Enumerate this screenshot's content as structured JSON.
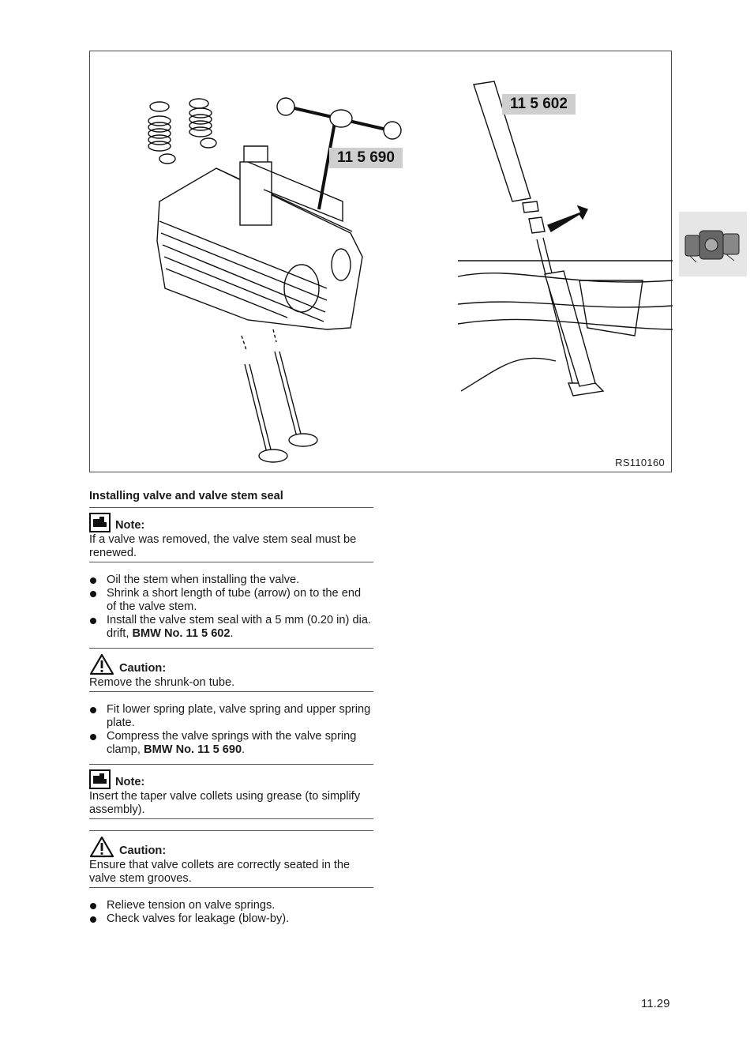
{
  "figure": {
    "tool_label_1": "11 5 690",
    "tool_label_2": "11 5 602",
    "figure_id": "RS110160"
  },
  "section": {
    "heading": "Installing valve and valve stem seal",
    "note1": {
      "title": "Note:",
      "text": "If a valve was removed, the valve stem seal must be renewed."
    },
    "steps1": [
      "Oil the stem when installing the valve.",
      "Shrink a short length of tube (arrow) on to the end of the valve stem.",
      "Install the valve stem seal with a 5 mm (0.20 in) dia. drift,"
    ],
    "steps1_bold": "BMW No. 11 5 602",
    "steps1_end": ".",
    "caution1": {
      "title": "Caution:",
      "text": "Remove the shrunk-on tube."
    },
    "steps2": [
      "Fit lower spring plate, valve spring and upper spring plate.",
      "Compress the valve springs with the valve spring clamp,"
    ],
    "steps2_bold": "BMW No. 11 5 690",
    "steps2_end": ".",
    "note2": {
      "title": "Note:",
      "text": "Insert the taper valve collets using grease (to simplify assembly)."
    },
    "caution2": {
      "title": "Caution:",
      "text": "Ensure that valve collets are correctly seated in the valve stem grooves."
    },
    "steps3": [
      "Relieve tension on valve springs.",
      "Check valves for leakage (blow-by)."
    ]
  },
  "page_number": "11.29"
}
